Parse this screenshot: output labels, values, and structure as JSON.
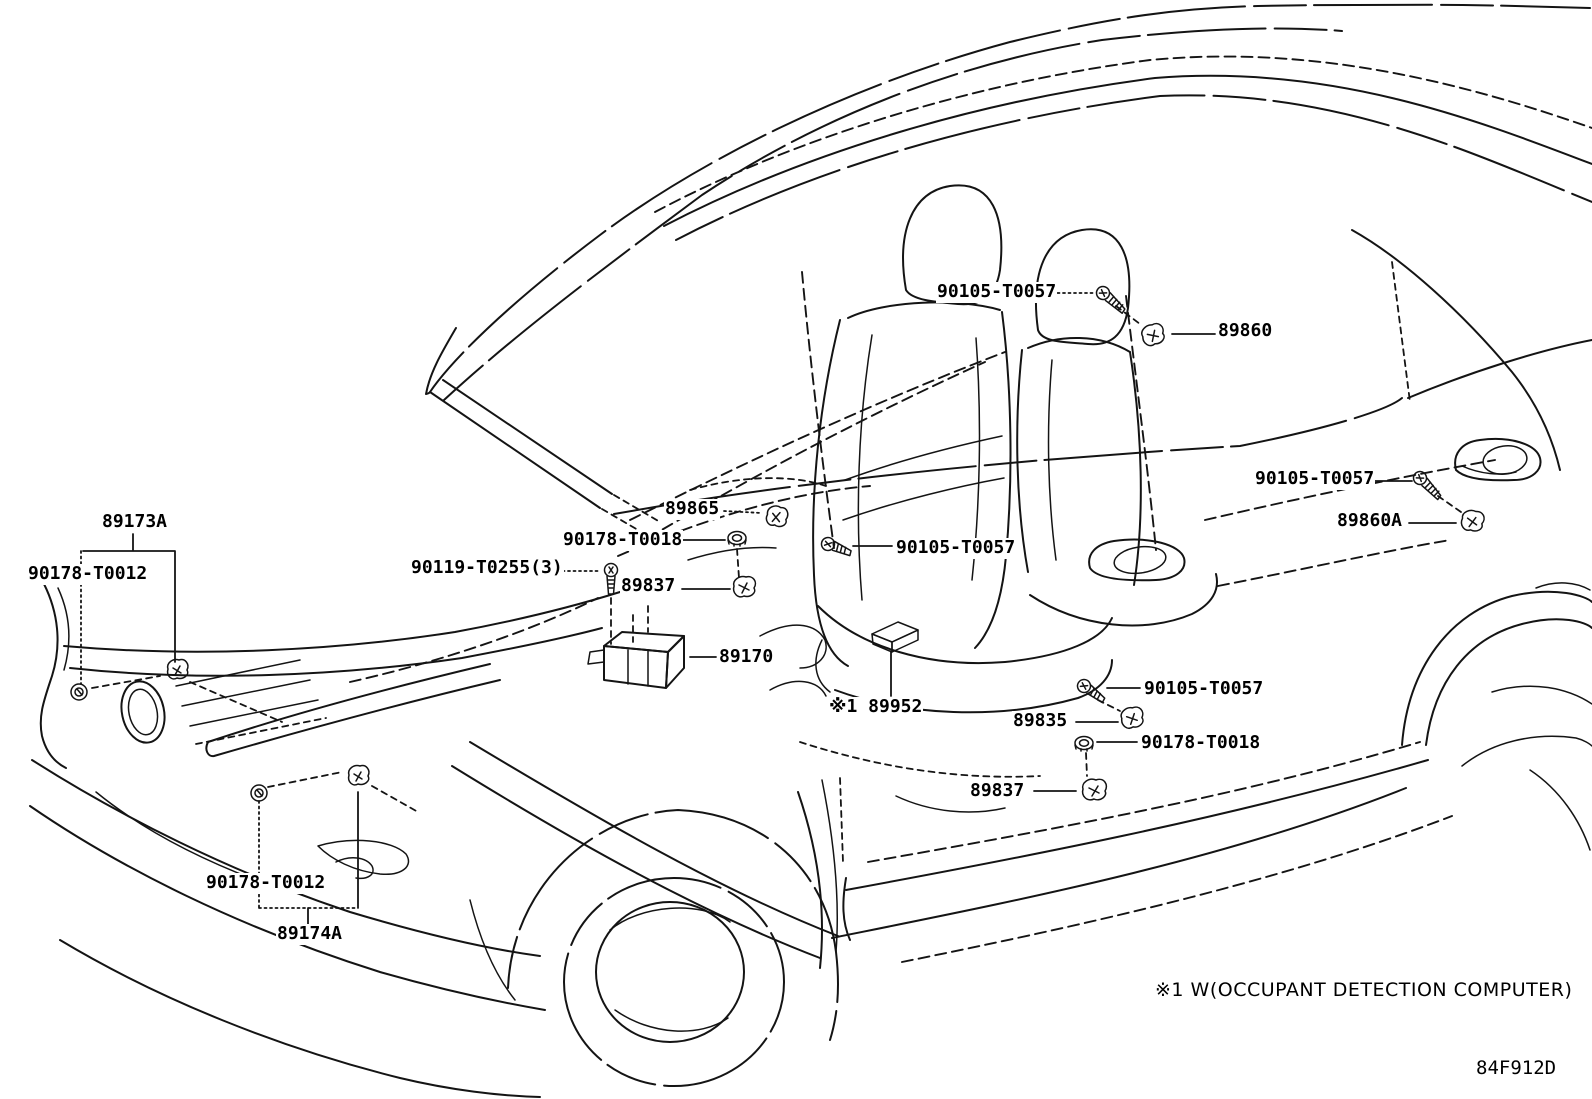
{
  "diagram_kind": "vehicle airbag sensor parts diagram",
  "background": "#ffffff",
  "line_color": "#141414",
  "callouts": [
    {
      "text": "89173A"
    },
    {
      "text": "90178-T0012"
    },
    {
      "text": "90119-T0255(3)"
    },
    {
      "text": "90178-T0018"
    },
    {
      "text": "89865"
    },
    {
      "text": "89837"
    },
    {
      "text": "89170"
    },
    {
      "text": "90105-T0057"
    },
    {
      "text": "89860"
    },
    {
      "text": "90105-T0057"
    },
    {
      "text": "90105-T0057"
    },
    {
      "text": "89860A"
    },
    {
      "text": "※1 89952"
    },
    {
      "text": "89835"
    },
    {
      "text": "90105-T0057"
    },
    {
      "text": "90178-T0018"
    },
    {
      "text": "89837"
    },
    {
      "text": "90178-T0012"
    },
    {
      "text": "89174A"
    }
  ],
  "footnote": "※1 W(OCCUPANT DETECTION COMPUTER)",
  "drawing_code": "84F912D",
  "icons": {
    "screw": "hex-head-screw",
    "nut": "flange-nut",
    "clip": "grommet-clip",
    "sensor": "airbag-sensor",
    "ecu": "airbag-ecu-box",
    "occupant_computer": "occupant-detection-computer"
  }
}
